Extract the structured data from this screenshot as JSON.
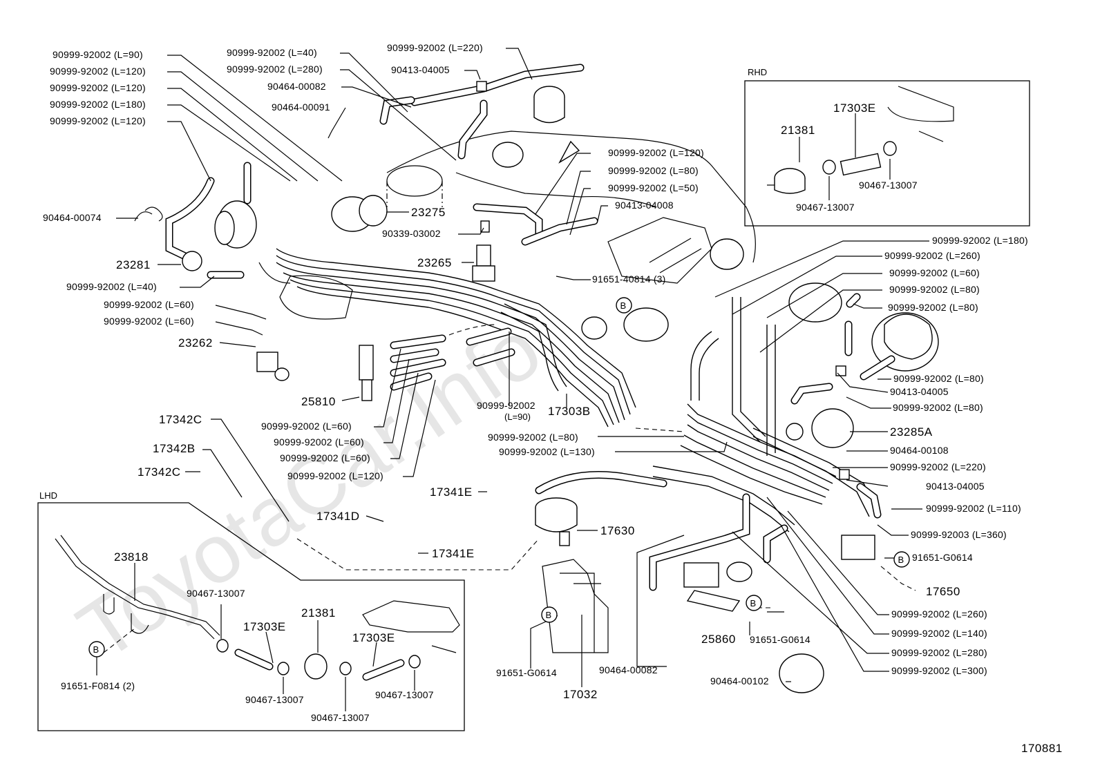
{
  "watermark": "ToyotaCar.Info",
  "diagram_id": "170881",
  "insets": {
    "rhd": "RHD",
    "lhd": "LHD"
  },
  "badge_letter": "B",
  "labels": [
    "90999-92002 (L=90)",
    "90999-92002 (L=120)",
    "90999-92002 (L=120)",
    "90999-92002 (L=180)",
    "90999-92002 (L=120)",
    "90464-00074",
    "23281",
    "90999-92002 (L=40)",
    "90999-92002 (L=60)",
    "90999-92002 (L=60)",
    "23262",
    "90999-92002 (L=40)",
    "90999-92002 (L=280)",
    "90464-00082",
    "90464-00091",
    "90999-92002 (L=220)",
    "90413-04005",
    "23275",
    "90339-03002",
    "23265",
    "90999-92002 (L=120)",
    "90999-92002 (L=80)",
    "90999-92002 (L=50)",
    "90413-04008",
    "91651-40814 (3)",
    "25810",
    "90999-92002 (L=60)",
    "90999-92002 (L=60)",
    "90999-92002 (L=60)",
    "90999-92002 (L=120)",
    "90999-92002",
    "(L=90)",
    "17303B",
    "17342C",
    "17342B",
    "17342C",
    "17341E",
    "17341D",
    "17341E",
    "17630",
    "90999-92002 (L=80)",
    "90999-92002 (L=130)",
    "90999-92002 (L=180)",
    "90999-92002 (L=260)",
    "90999-92002 (L=60)",
    "90999-92002 (L=80)",
    "90999-92002 (L=80)",
    "90999-92002 (L=80)",
    "90413-04005",
    "90999-92002 (L=80)",
    "23285A",
    "90464-00108",
    "90999-92002 (L=220)",
    "90413-04005",
    "90999-92002 (L=110)",
    "90999-92003 (L=360)",
    "91651-G0614",
    "17650",
    "90999-92002 (L=260)",
    "90999-92002 (L=140)",
    "90999-92002 (L=280)",
    "90999-92002 (L=300)",
    "25860",
    "91651-G0614",
    "90464-00102",
    "90464-00082",
    "91651-G0614",
    "17032",
    "21381",
    "17303E",
    "90467-13007",
    "90467-13007",
    "23818",
    "91651-F0814 (2)",
    "90467-13007",
    "17303E",
    "21381",
    "90467-13007",
    "17303E",
    "90467-13007",
    "90467-13007"
  ]
}
